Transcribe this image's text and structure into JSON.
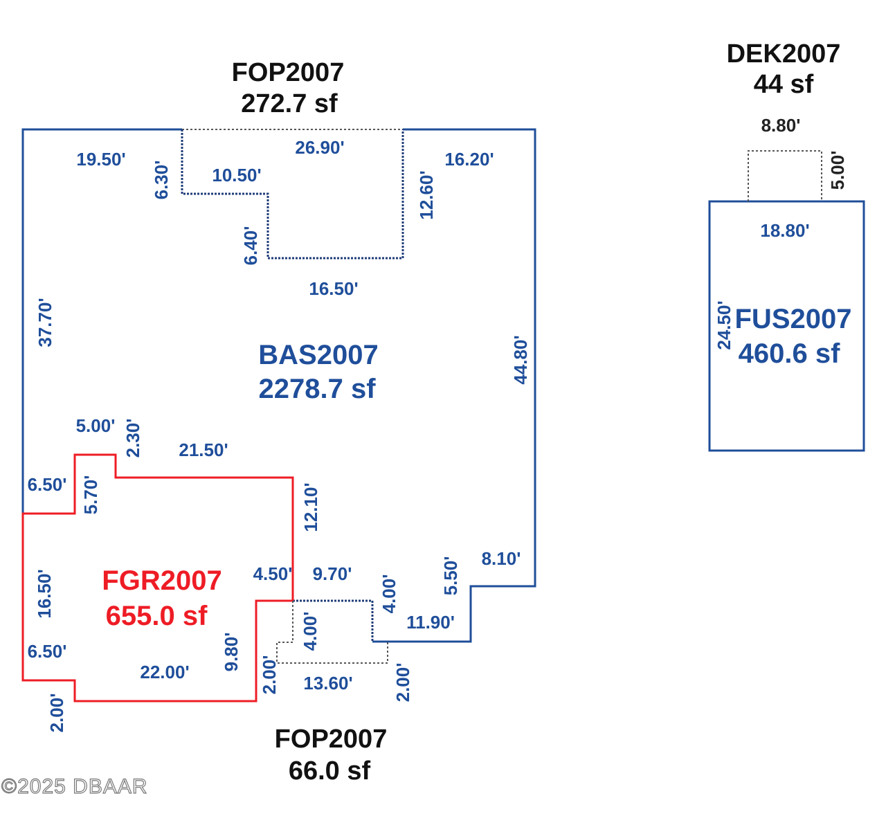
{
  "areas": {
    "fop_top": {
      "code": "FOP2007",
      "area": "272.7 sf"
    },
    "dek": {
      "code": "DEK2007",
      "area": "44 sf"
    },
    "bas": {
      "code": "BAS2007",
      "area": "2278.7 sf"
    },
    "fus": {
      "code": "FUS2007",
      "area": "460.6 sf"
    },
    "fgr": {
      "code": "FGR2007",
      "area": "655.0 sf"
    },
    "fop_bottom": {
      "code": "FOP2007",
      "area": "66.0 sf"
    }
  },
  "dimensions": {
    "bas_top_left": "19.50'",
    "fop_top_width": "26.90'",
    "bas_top_right": "16.20'",
    "fop_left_drop": "6.30'",
    "fop_step": "10.50'",
    "fop_inner_drop": "6.40'",
    "fop_bottom": "16.50'",
    "fop_right_drop": "12.60'",
    "bas_left": "37.70'",
    "bas_right": "44.80'",
    "fgr_nub_top": "5.00'",
    "fgr_nub_right": "2.30'",
    "fgr_top": "21.50'",
    "fgr_left_step": "6.50'",
    "fgr_nub_left": "5.70'",
    "fgr_right": "12.10'",
    "fgr_left": "16.50'",
    "fgr_bottom_left_step": "6.50'",
    "fgr_bottom_left_drop": "2.00'",
    "fgr_bottom": "22.00'",
    "fgr_right_lower": "9.80'",
    "fgr_corner": "4.50'",
    "bas_bottom_a": "9.70'",
    "bas_bottom_drop": "4.00'",
    "bas_bottom_b": "11.90'",
    "bas_bottom_rise": "5.50'",
    "bas_bottom_c": "8.10'",
    "fop2_drop": "4.00'",
    "fop2_left": "2.00'",
    "fop2_bottom": "13.60'",
    "fop2_right": "2.00'",
    "dek_width": "8.80'",
    "dek_depth": "5.00'",
    "fus_width": "18.80'",
    "fus_depth": "24.50'"
  },
  "colors": {
    "bas": "#1f4e9a",
    "fgr": "#ee1c25",
    "porch": "#555555"
  },
  "footer": {
    "copyright": "©2025 DBAAR"
  }
}
